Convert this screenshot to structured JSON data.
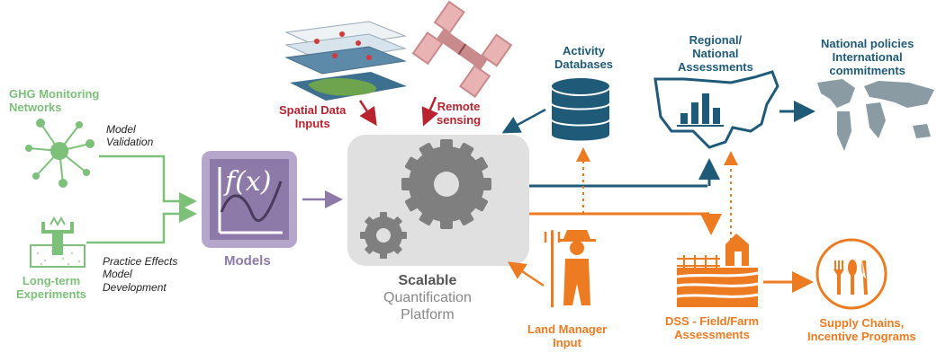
{
  "labels": {
    "ghg": "GHG Monitoring\nNetworks",
    "model_validation": "Model\nValidation",
    "practice_effects": "Practice Effects\nModel\nDevelopment",
    "long_term": "Long-term\nExperiments",
    "models": "Models",
    "formula": "f(x)",
    "spatial": "Spatial Data\nInputs",
    "remote": "Remote\nsensing",
    "activity": "Activity\nDatabases",
    "regional": "Regional/\nNational\nAssessments",
    "national": "National policies\nInternational\ncommitments",
    "scalable_bold": "Scalable",
    "scalable_rest": "Quantification\nPlatform",
    "land_manager": "Land Manager\nInput",
    "dss": "DSS - Field/Farm\nAssessments",
    "supply": "Supply Chains,\nIncentive Programs"
  },
  "colors": {
    "green": "#7dc07a",
    "purple": "#8e7aa8",
    "red": "#b8232f",
    "blue": "#1f5b78",
    "orange": "#ec7b22",
    "gray": "#7f7f7f"
  },
  "icons": [
    "network-icon",
    "experiment-icon",
    "function-graph-icon",
    "gears-icon",
    "map-layers-icon",
    "satellite-icon",
    "database-icon",
    "usa-map-icon",
    "world-map-icon",
    "farmer-icon",
    "farm-icon",
    "cutlery-icon"
  ]
}
